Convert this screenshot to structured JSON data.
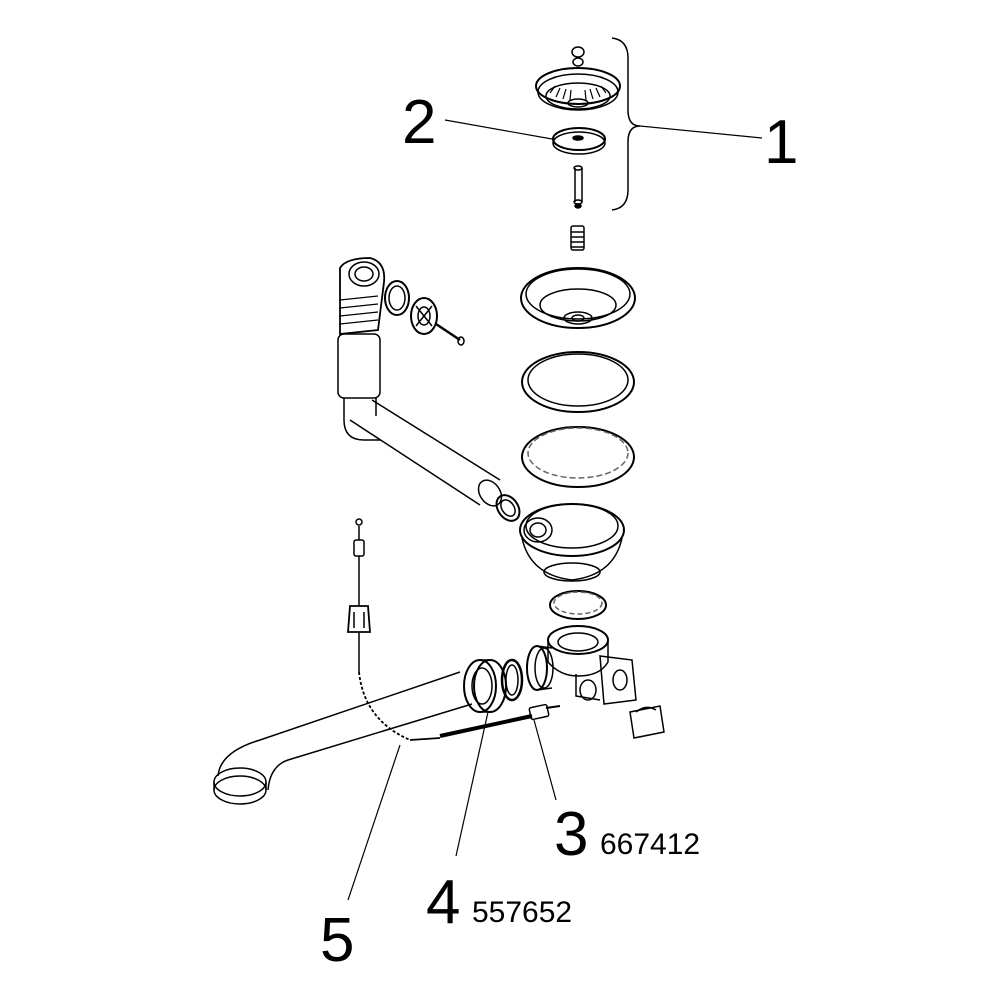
{
  "callouts": [
    {
      "number": "1",
      "part_no": ""
    },
    {
      "number": "2",
      "part_no": ""
    },
    {
      "number": "3",
      "part_no": "667412"
    },
    {
      "number": "4",
      "part_no": "557652"
    },
    {
      "number": "5",
      "part_no": ""
    }
  ],
  "colors": {
    "line": "#000000",
    "light_line": "#555555",
    "dashed_ring": "#666666"
  }
}
